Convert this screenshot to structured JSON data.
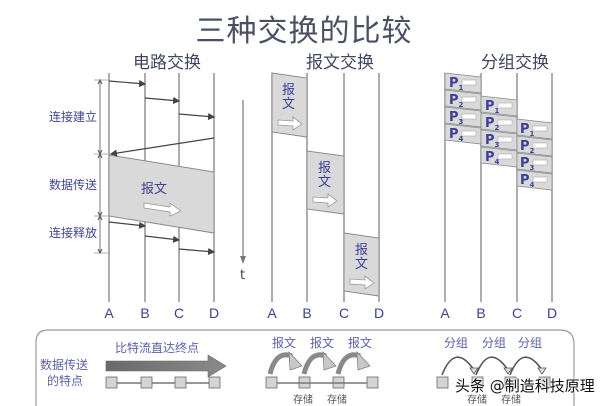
{
  "title": "三种交换的比较",
  "sections": {
    "circuit": {
      "title": "电路交换",
      "phases": [
        "连接建立",
        "数据传送",
        "连接释放"
      ],
      "message_label": "报文"
    },
    "message": {
      "title": "报文交换",
      "message_label": "报文",
      "time_axis_label": "t"
    },
    "packet": {
      "title": "分组交换",
      "packets": [
        "P1",
        "P2",
        "P3",
        "P4"
      ]
    }
  },
  "nodes": [
    "A",
    "B",
    "C",
    "D"
  ],
  "legend": {
    "row_label_line1": "数据传送",
    "row_label_line2": "的特点",
    "circuit_caption": "比特流直达终点",
    "message_captions": [
      "报文",
      "报文",
      "报文"
    ],
    "packet_captions": [
      "分组",
      "分组",
      "分组"
    ],
    "store_label": "存储"
  },
  "watermark": "头条 @制造科技原理",
  "colors": {
    "label_blue": "#3c3f9a",
    "box_fill": "#d9d9d9",
    "line_gray": "#8a8a8a",
    "arrow_dark": "#555555"
  }
}
